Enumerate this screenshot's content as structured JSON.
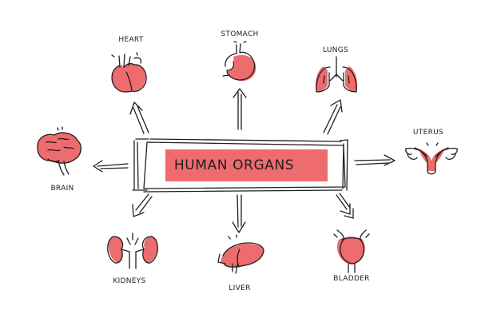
{
  "title": "HUMAN ORGANS",
  "organs": [
    {
      "key": "heart",
      "label": "HEART",
      "icon": "heart-icon"
    },
    {
      "key": "stomach",
      "label": "STOMACH",
      "icon": "stomach-icon"
    },
    {
      "key": "lungs",
      "label": "LUNGS",
      "icon": "lungs-icon"
    },
    {
      "key": "brain",
      "label": "BRAIN",
      "icon": "brain-icon"
    },
    {
      "key": "uterus",
      "label": "UTERUS",
      "icon": "uterus-icon"
    },
    {
      "key": "kidneys",
      "label": "KIDNEYS",
      "icon": "kidneys-icon"
    },
    {
      "key": "liver",
      "label": "LIVER",
      "icon": "liver-icon"
    },
    {
      "key": "bladder",
      "label": "BLADDER",
      "icon": "bladder-icon"
    }
  ],
  "colors": {
    "accent": "#ee6b6e",
    "accent_light": "#f6a4a4",
    "ink": "#1f1f1f",
    "background": "#ffffff"
  }
}
